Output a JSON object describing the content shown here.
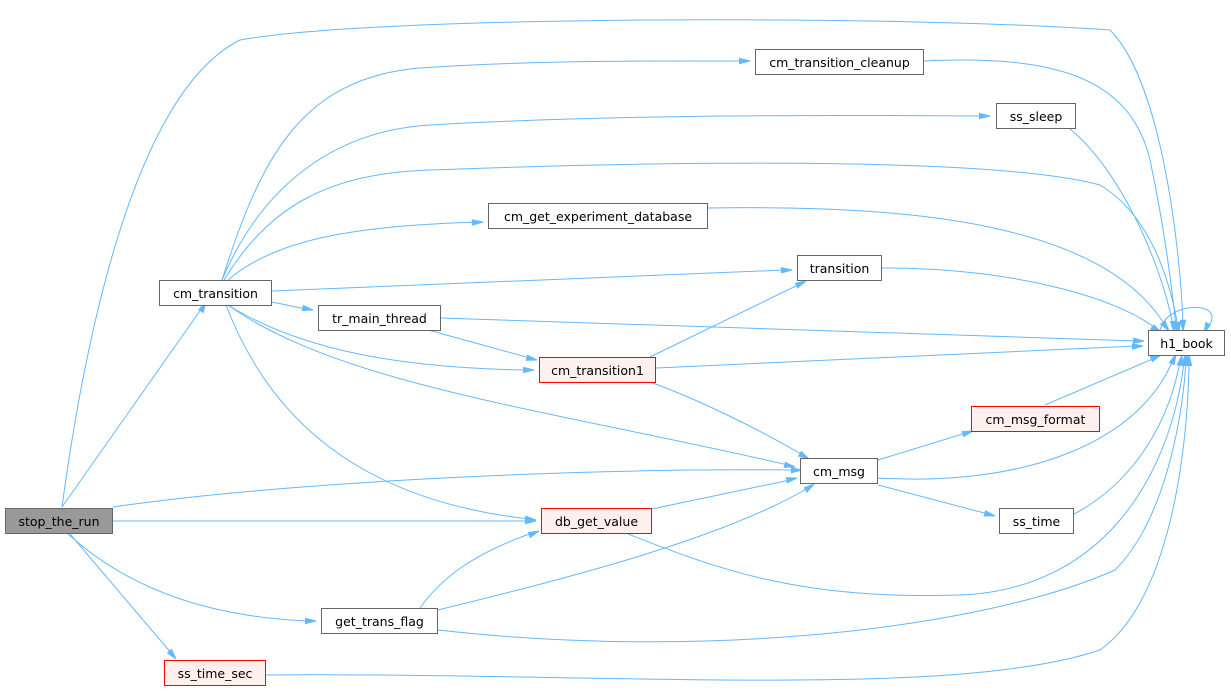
{
  "colors": {
    "edge": "#63b8ff",
    "node_border": "#666666",
    "node_border_highlight": "#ff0000",
    "node_fill_highlight": "#fff0f0",
    "root_fill": "#999999"
  },
  "nodes": [
    {
      "id": "stop_the_run",
      "label": "stop_the_run",
      "style": "root"
    },
    {
      "id": "cm_transition",
      "label": "cm_transition",
      "style": "normal"
    },
    {
      "id": "tr_main_thread",
      "label": "tr_main_thread",
      "style": "normal"
    },
    {
      "id": "cm_transition1",
      "label": "cm_transition1",
      "style": "red"
    },
    {
      "id": "cm_transition_cleanup",
      "label": "cm_transition_cleanup",
      "style": "normal"
    },
    {
      "id": "ss_sleep",
      "label": "ss_sleep",
      "style": "normal"
    },
    {
      "id": "cm_get_experiment_database",
      "label": "cm_get_experiment_database",
      "style": "normal"
    },
    {
      "id": "transition",
      "label": "transition",
      "style": "normal"
    },
    {
      "id": "h1_book",
      "label": "h1_book",
      "style": "normal"
    },
    {
      "id": "cm_msg_format",
      "label": "cm_msg_format",
      "style": "red"
    },
    {
      "id": "cm_msg",
      "label": "cm_msg",
      "style": "normal"
    },
    {
      "id": "ss_time",
      "label": "ss_time",
      "style": "normal"
    },
    {
      "id": "db_get_value",
      "label": "db_get_value",
      "style": "red"
    },
    {
      "id": "get_trans_flag",
      "label": "get_trans_flag",
      "style": "normal"
    },
    {
      "id": "ss_time_sec",
      "label": "ss_time_sec",
      "style": "red"
    }
  ],
  "edges": [
    {
      "from": "stop_the_run",
      "to": "cm_transition"
    },
    {
      "from": "stop_the_run",
      "to": "h1_book"
    },
    {
      "from": "stop_the_run",
      "to": "cm_msg"
    },
    {
      "from": "stop_the_run",
      "to": "db_get_value"
    },
    {
      "from": "stop_the_run",
      "to": "get_trans_flag"
    },
    {
      "from": "stop_the_run",
      "to": "ss_time_sec"
    },
    {
      "from": "cm_transition",
      "to": "cm_transition_cleanup"
    },
    {
      "from": "cm_transition",
      "to": "ss_sleep"
    },
    {
      "from": "cm_transition",
      "to": "h1_book"
    },
    {
      "from": "cm_transition",
      "to": "cm_get_experiment_database"
    },
    {
      "from": "cm_transition",
      "to": "transition"
    },
    {
      "from": "cm_transition",
      "to": "tr_main_thread"
    },
    {
      "from": "cm_transition",
      "to": "cm_transition1"
    },
    {
      "from": "cm_transition",
      "to": "cm_msg"
    },
    {
      "from": "cm_transition",
      "to": "db_get_value"
    },
    {
      "from": "tr_main_thread",
      "to": "cm_transition1"
    },
    {
      "from": "tr_main_thread",
      "to": "h1_book"
    },
    {
      "from": "cm_transition1",
      "to": "transition"
    },
    {
      "from": "cm_transition1",
      "to": "h1_book"
    },
    {
      "from": "cm_transition1",
      "to": "cm_msg"
    },
    {
      "from": "cm_transition_cleanup",
      "to": "h1_book"
    },
    {
      "from": "ss_sleep",
      "to": "h1_book"
    },
    {
      "from": "cm_get_experiment_database",
      "to": "h1_book"
    },
    {
      "from": "transition",
      "to": "h1_book"
    },
    {
      "from": "h1_book",
      "to": "h1_book"
    },
    {
      "from": "cm_msg",
      "to": "cm_msg_format"
    },
    {
      "from": "cm_msg",
      "to": "h1_book"
    },
    {
      "from": "cm_msg",
      "to": "ss_time"
    },
    {
      "from": "cm_msg_format",
      "to": "h1_book"
    },
    {
      "from": "ss_time",
      "to": "h1_book"
    },
    {
      "from": "db_get_value",
      "to": "cm_msg"
    },
    {
      "from": "db_get_value",
      "to": "h1_book"
    },
    {
      "from": "get_trans_flag",
      "to": "db_get_value"
    },
    {
      "from": "get_trans_flag",
      "to": "cm_msg"
    },
    {
      "from": "get_trans_flag",
      "to": "h1_book"
    },
    {
      "from": "ss_time_sec",
      "to": "h1_book"
    }
  ]
}
